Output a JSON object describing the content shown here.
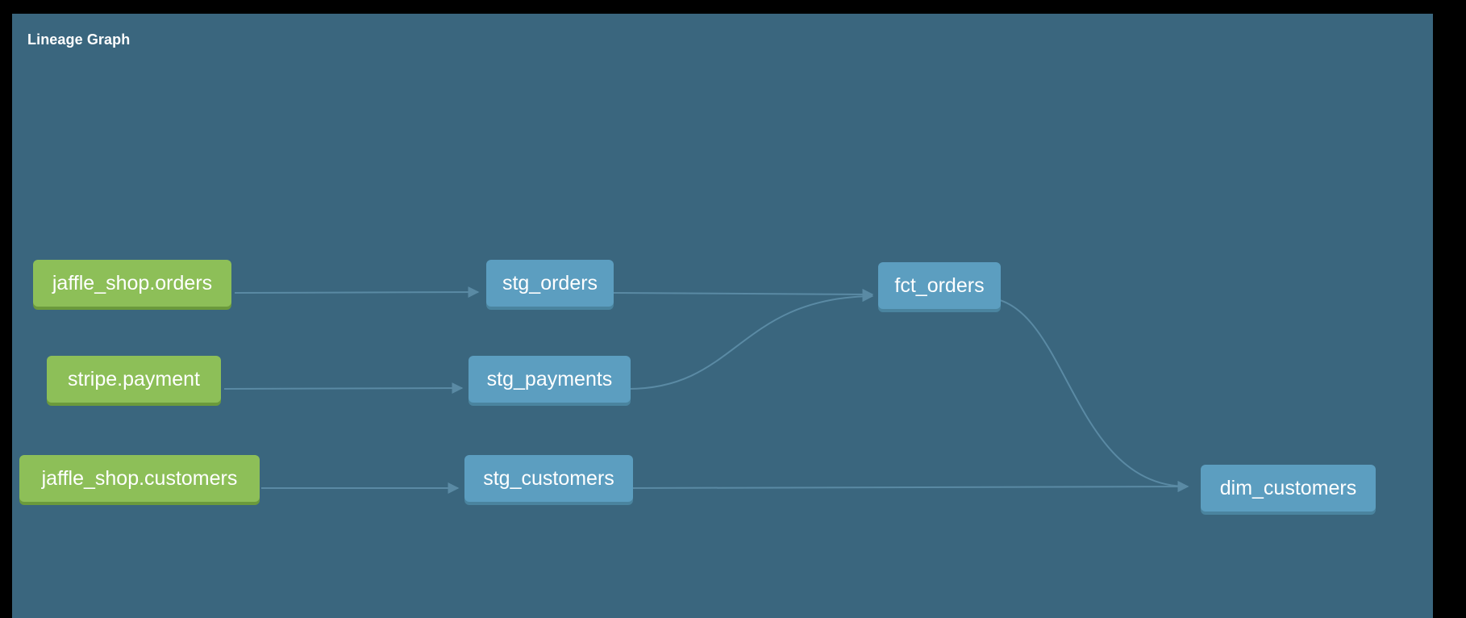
{
  "title": "Lineage Graph",
  "colors": {
    "background": "#3a667e",
    "source_node": "#8dbf58",
    "model_node": "#5c9ec0",
    "edge": "#5a8aa4"
  },
  "nodes": {
    "jaffle_shop_orders": {
      "label": "jaffle_shop.orders",
      "kind": "source"
    },
    "stripe_payment": {
      "label": "stripe.payment",
      "kind": "source"
    },
    "jaffle_shop_customers": {
      "label": "jaffle_shop.customers",
      "kind": "source"
    },
    "stg_orders": {
      "label": "stg_orders",
      "kind": "model"
    },
    "stg_payments": {
      "label": "stg_payments",
      "kind": "model"
    },
    "stg_customers": {
      "label": "stg_customers",
      "kind": "model"
    },
    "fct_orders": {
      "label": "fct_orders",
      "kind": "model"
    },
    "dim_customers": {
      "label": "dim_customers",
      "kind": "model"
    }
  },
  "edges": [
    {
      "from": "jaffle_shop_orders",
      "to": "stg_orders"
    },
    {
      "from": "stripe_payment",
      "to": "stg_payments"
    },
    {
      "from": "jaffle_shop_customers",
      "to": "stg_customers"
    },
    {
      "from": "stg_orders",
      "to": "fct_orders"
    },
    {
      "from": "stg_payments",
      "to": "fct_orders"
    },
    {
      "from": "stg_customers",
      "to": "dim_customers"
    },
    {
      "from": "fct_orders",
      "to": "dim_customers"
    }
  ]
}
